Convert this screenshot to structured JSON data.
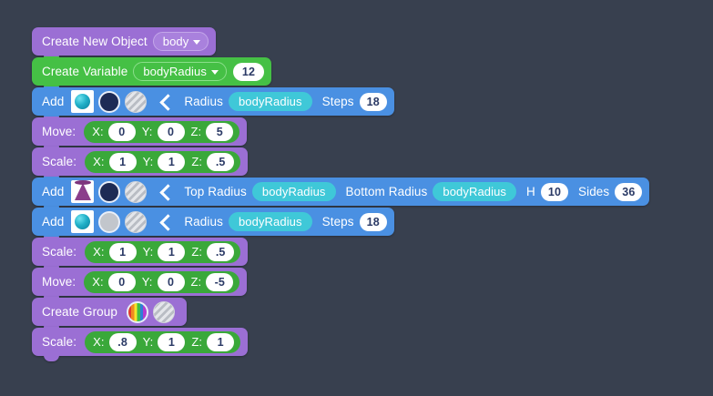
{
  "theme": {
    "background": "#38404f",
    "purple": "#9b6fd4",
    "green": "#45c045",
    "blue": "#4a90e2",
    "variable_pill": "#3fc8d8",
    "number_pill": "#ffffff",
    "number_text": "#2b3a66"
  },
  "script": {
    "blocks": [
      {
        "type": "create-new-object",
        "color": "purple",
        "label": "Create New Object",
        "object_name": "body",
        "dropdown_icon": "chevron-down-icon"
      },
      {
        "type": "create-variable",
        "color": "green",
        "label": "Create Variable",
        "variable_name": "bodyRadius",
        "dropdown_icon": "chevron-down-icon",
        "value": "12"
      },
      {
        "type": "add-sphere",
        "color": "blue",
        "label": "Add",
        "shape_icon": "sphere-icon",
        "material_swatch": "navy-material-swatch",
        "texture_swatch": "hatched-texture-swatch",
        "collapse_icon": "chevron-left-icon",
        "params": [
          {
            "label": "Radius",
            "kind": "variable",
            "value": "bodyRadius"
          },
          {
            "label": "Steps",
            "kind": "number",
            "value": "18"
          }
        ]
      },
      {
        "type": "move",
        "color": "purple",
        "label": "Move:",
        "axes": [
          {
            "label": "X:",
            "value": "0"
          },
          {
            "label": "Y:",
            "value": "0"
          },
          {
            "label": "Z:",
            "value": "5"
          }
        ]
      },
      {
        "type": "scale",
        "color": "purple",
        "label": "Scale:",
        "axes": [
          {
            "label": "X:",
            "value": "1"
          },
          {
            "label": "Y:",
            "value": "1"
          },
          {
            "label": "Z:",
            "value": ".5"
          }
        ]
      },
      {
        "type": "add-cone",
        "color": "blue",
        "label": "Add",
        "shape_icon": "cone-icon",
        "material_swatch": "navy-material-swatch",
        "texture_swatch": "hatched-texture-swatch",
        "collapse_icon": "chevron-left-icon",
        "params": [
          {
            "label": "Top Radius",
            "kind": "variable",
            "value": "bodyRadius"
          },
          {
            "label": "Bottom Radius",
            "kind": "variable",
            "value": "bodyRadius"
          },
          {
            "label": "H",
            "kind": "number",
            "value": "10"
          },
          {
            "label": "Sides",
            "kind": "number",
            "value": "36"
          }
        ]
      },
      {
        "type": "add-sphere-2",
        "color": "blue",
        "label": "Add",
        "shape_icon": "sphere-icon",
        "material_swatch": "gray-material-swatch",
        "texture_swatch": "hatched-texture-swatch",
        "collapse_icon": "chevron-left-icon",
        "params": [
          {
            "label": "Radius",
            "kind": "variable",
            "value": "bodyRadius"
          },
          {
            "label": "Steps",
            "kind": "number",
            "value": "18"
          }
        ]
      },
      {
        "type": "scale-2",
        "color": "purple",
        "label": "Scale:",
        "axes": [
          {
            "label": "X:",
            "value": "1"
          },
          {
            "label": "Y:",
            "value": "1"
          },
          {
            "label": "Z:",
            "value": ".5"
          }
        ]
      },
      {
        "type": "move-2",
        "color": "purple",
        "label": "Move:",
        "axes": [
          {
            "label": "X:",
            "value": "0"
          },
          {
            "label": "Y:",
            "value": "0"
          },
          {
            "label": "Z:",
            "value": "-5"
          }
        ]
      },
      {
        "type": "create-group",
        "color": "purple",
        "label": "Create Group",
        "material_swatch": "rainbow-material-swatch",
        "texture_swatch": "hatched-texture-swatch"
      },
      {
        "type": "scale-3",
        "color": "purple",
        "label": "Scale:",
        "axes": [
          {
            "label": "X:",
            "value": ".8"
          },
          {
            "label": "Y:",
            "value": "1"
          },
          {
            "label": "Z:",
            "value": "1"
          }
        ]
      }
    ]
  }
}
